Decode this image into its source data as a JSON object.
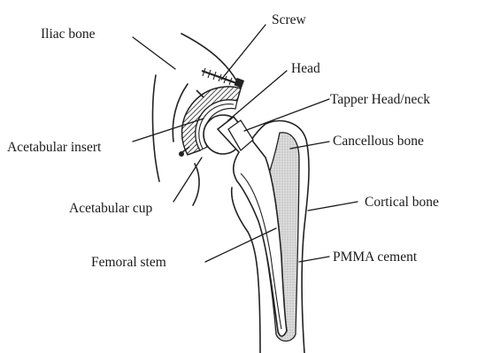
{
  "labels": {
    "iliac_bone": "Iliac bone",
    "screw": "Screw",
    "head": "Head",
    "taper_head_neck": "Tapper Head/neck",
    "acetabular_insert": "Acetabular insert",
    "cancellous_bone": "Cancellous bone",
    "acetabular_cup": "Acetabular cup",
    "cortical_bone": "Cortical bone",
    "femoral_stem": "Femoral stem",
    "pmma_cement": "PMMA cement"
  },
  "colors": {
    "line": "#1a1a1a",
    "cancellous_fill": "#d9d9d9",
    "background": "#ffffff"
  }
}
